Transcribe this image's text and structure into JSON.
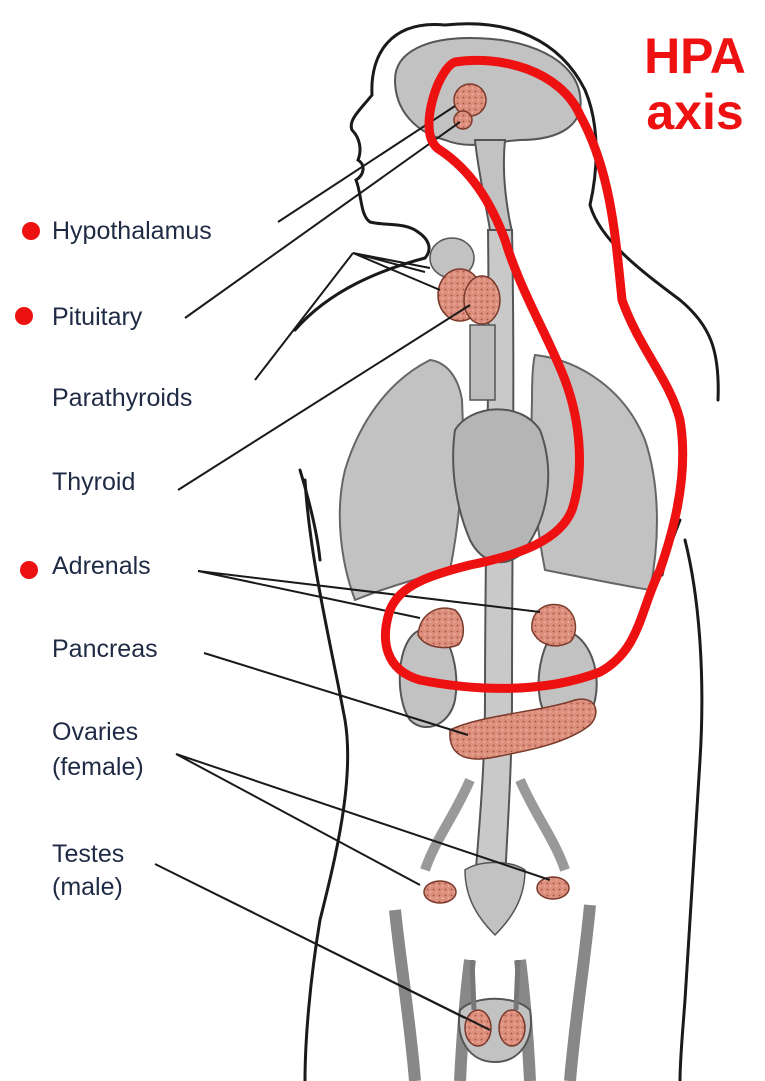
{
  "annotation": {
    "line1": "HPA",
    "line2": "axis",
    "color": "#ee1111"
  },
  "labels": {
    "hypothalamus": "Hypothalamus",
    "pituitary": "Pituitary",
    "parathyroids": "Parathyroids",
    "thyroid": "Thyroid",
    "adrenals": "Adrenals",
    "pancreas": "Pancreas",
    "ovaries_line1": "Ovaries",
    "ovaries_line2": "(female)",
    "testes_line1": "Testes",
    "testes_line2": "(male)"
  },
  "highlighted": [
    "Hypothalamus",
    "Pituitary",
    "Adrenals"
  ],
  "colors": {
    "organ_gray": "#c2c2c2",
    "gland": "#d98a78",
    "outline": "#1a1a1a",
    "label_text": "#1f2a44",
    "marker": "#ee1111"
  }
}
